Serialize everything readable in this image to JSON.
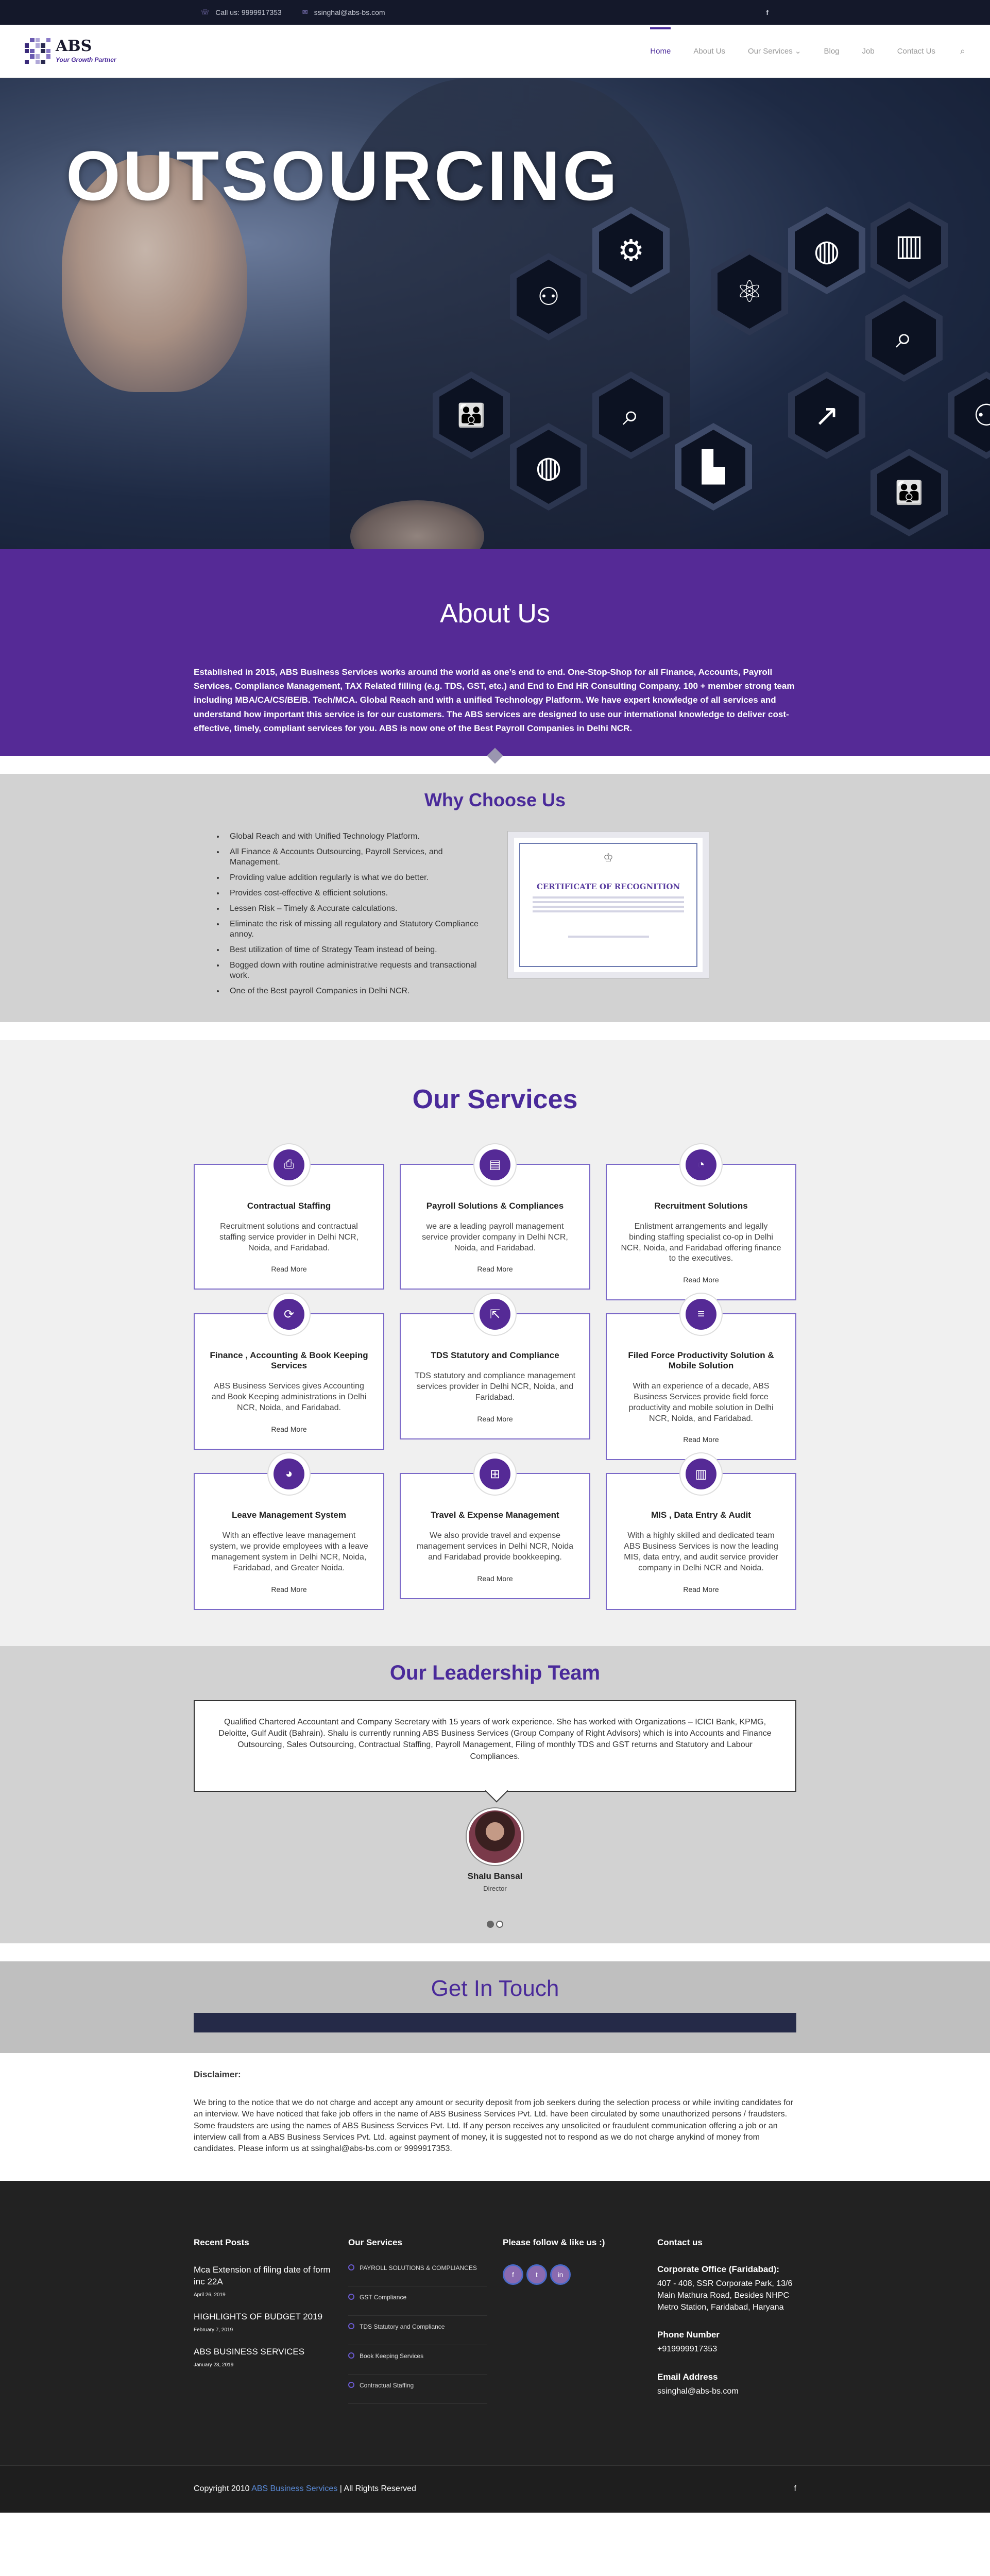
{
  "topbar": {
    "phone_icon": "phone-icon",
    "phone": "Call us: 9999917353",
    "email_icon": "envelope-icon",
    "email": "ssinghal@abs-bs.com",
    "facebook": "f"
  },
  "header": {
    "logo_name": "ABS",
    "logo_tagline": "Your Growth Partner",
    "nav": [
      "Home",
      "About Us",
      "Our Services",
      "Blog",
      "Job",
      "Contact Us"
    ],
    "services_caret": "⌄",
    "search_icon": "⌕",
    "accent": "#4a2a9a"
  },
  "hero": {
    "title": "OUTSOURCING"
  },
  "about": {
    "title": "About Us",
    "text": "Established in 2015, ABS Business Services works around the world as one’s end to end. One-Stop-Shop for all Finance, Accounts, Payroll Services, Compliance Management, TAX Related filling (e.g. TDS, GST, etc.) and End to End HR Consulting Company. 100 + member strong team including MBA/CA/CS/BE/B. Tech/MCA. Global Reach and with a unified Technology Platform. We have expert knowledge of all services and understand how important this service is for our customers.  The ABS services are designed to use our international knowledge to deliver cost-effective, timely, compliant services for you. ABS is now one of the Best Payroll Companies in Delhi NCR.",
    "color": "#552a96"
  },
  "why": {
    "title": "Why Choose Us",
    "points": [
      "Global Reach and with Unified Technology Platform.",
      "All Finance & Accounts Outsourcing, Payroll Services, and Management.",
      "Providing value addition regularly is what we do better.",
      "Provides cost-effective & efficient solutions.",
      "Lessen Risk  – Timely & Accurate calculations.",
      "Eliminate the risk of missing all regulatory and Statutory Compliance annoy.",
      "Best utilization of time of Strategy  Team instead of being.",
      "Bogged down with routine administrative requests and transactional work.",
      "One of the  Best payroll Companies in Delhi NCR."
    ],
    "certificate_title": "CERTIFICATE OF RECOGNITION"
  },
  "services": {
    "title": "Our Services",
    "read_more": "Read More",
    "items": [
      {
        "icon": "print-icon",
        "glyph": "⎙",
        "title": "Contractual Staffing",
        "text": "Recruitment solutions and contractual staffing service provider in Delhi NCR, Noida, and Faridabad."
      },
      {
        "icon": "book-icon",
        "glyph": "▤",
        "title": "Payroll Solutions & Compliances",
        "text": "we are a leading payroll management service provider company in Delhi NCR, Noida, and Faridabad."
      },
      {
        "icon": "pie-chart-icon",
        "glyph": "◔",
        "title": "Recruitment Solutions",
        "text": "Enlistment arrangements and legally binding staffing specialist co-op in Delhi NCR, Noida, and Faridabad offering finance to the executives."
      },
      {
        "icon": "refresh-icon",
        "glyph": "⟳",
        "title": "Finance , Accounting & Book Keeping Services",
        "text": "ABS Business Services gives Accounting and Book Keeping administrations in Delhi NCR, Noida, and Faridabad."
      },
      {
        "icon": "external-link-icon",
        "glyph": "⇱",
        "title": "TDS Statutory and Compliance",
        "text": "TDS statutory and compliance management services provider in Delhi NCR, Noida, and Faridabad."
      },
      {
        "icon": "database-icon",
        "glyph": "≡",
        "title": "Filed Force Productivity Solution & Mobile Solution",
        "text": "With an experience of a decade, ABS Business Services provide field force productivity and mobile solution in Delhi NCR, Noida, and Faridabad."
      },
      {
        "icon": "pie-chart-icon",
        "glyph": "◕",
        "title": "Leave Management System",
        "text": "With an effective leave management system, we provide employees with a leave management system in Delhi NCR, Noida, Faridabad, and Greater Noida."
      },
      {
        "icon": "briefcase-icon",
        "glyph": "⊞",
        "title": "Travel & Expense Management",
        "text": "We also provide travel and expense management services in Delhi NCR, Noida and Faridabad provide bookkeeping."
      },
      {
        "icon": "bar-chart-icon",
        "glyph": "▥",
        "title": "MIS , Data Entry & Audit",
        "text": "With a highly skilled and dedicated team ABS Business Services is now the leading MIS, data entry, and audit service provider company in Delhi NCR and Noida."
      }
    ]
  },
  "leadership": {
    "title": "Our Leadership Team",
    "quote": "Qualified Chartered Accountant and Company Secretary with 15 years of work experience. She has worked with Organizations – ICICI Bank, KPMG, Deloitte, Gulf Audit (Bahrain). Shalu is currently running ABS Business Services (Group Company of Right Advisors) which is into Accounts and Finance Outsourcing, Sales Outsourcing, Contractual Staffing, Payroll Management, Filing of monthly TDS and GST returns and Statutory and Labour Compliances.",
    "name": "Shalu Bansal",
    "role": "Director"
  },
  "touch": {
    "title": "Get In Touch"
  },
  "disclaimer": {
    "title": "Disclaimer:",
    "text": "We bring to the notice that we do not charge and accept any amount or security deposit from job seekers during the selection process or while inviting candidates for an interview. We have noticed that fake job offers in the name of ABS Business Services Pvt. Ltd. have been circulated by some unauthorized persons / fraudsters. Some fraudsters are using the names of ABS Business Services Pvt. Ltd. If any person receives any unsolicited or fraudulent communication offering a job or an interview call from a ABS Business Services Pvt. Ltd. against payment of money, it is suggested not to respond as we do not charge anykind of money from candidates. Please inform us at ssinghal@abs-bs.com or 9999917353."
  },
  "footer": {
    "recent_title": "Recent Posts",
    "posts": [
      {
        "title": "Mca Extension of filing date of form inc 22A",
        "date": "April 26, 2019"
      },
      {
        "title": "HIGHLIGHTS OF BUDGET 2019",
        "date": "February 7, 2019"
      },
      {
        "title": "ABS BUSINESS SERVICES",
        "date": "January 23, 2019"
      }
    ],
    "services_title": "Our Services",
    "services": [
      "PAYROLL SOLUTIONS & COMPLIANCES",
      "GST Compliance",
      "TDS Statutory and Compliance",
      "Book Keeping Services",
      "Contractual Staffing"
    ],
    "follow_title": "Please follow & like us :)",
    "social_icons": [
      "f",
      "t",
      "in"
    ],
    "contact_title": "Contact us",
    "office_label": "Corporate Office (Faridabad):",
    "office_address": "407 - 408, SSR Corporate Park, 13/6 Main Mathura Road, Besides NHPC Metro Station, Faridabad, Haryana",
    "phone_label": "Phone Number",
    "phone": "+919999917353",
    "email_label": "Email Address",
    "email": "ssinghal@abs-bs.com"
  },
  "bottom": {
    "copyright_prefix": "Copyright 2010",
    "brand": "ABS Business Services",
    "copyright_suffix": "| All Rights Reserved",
    "facebook": "f"
  }
}
